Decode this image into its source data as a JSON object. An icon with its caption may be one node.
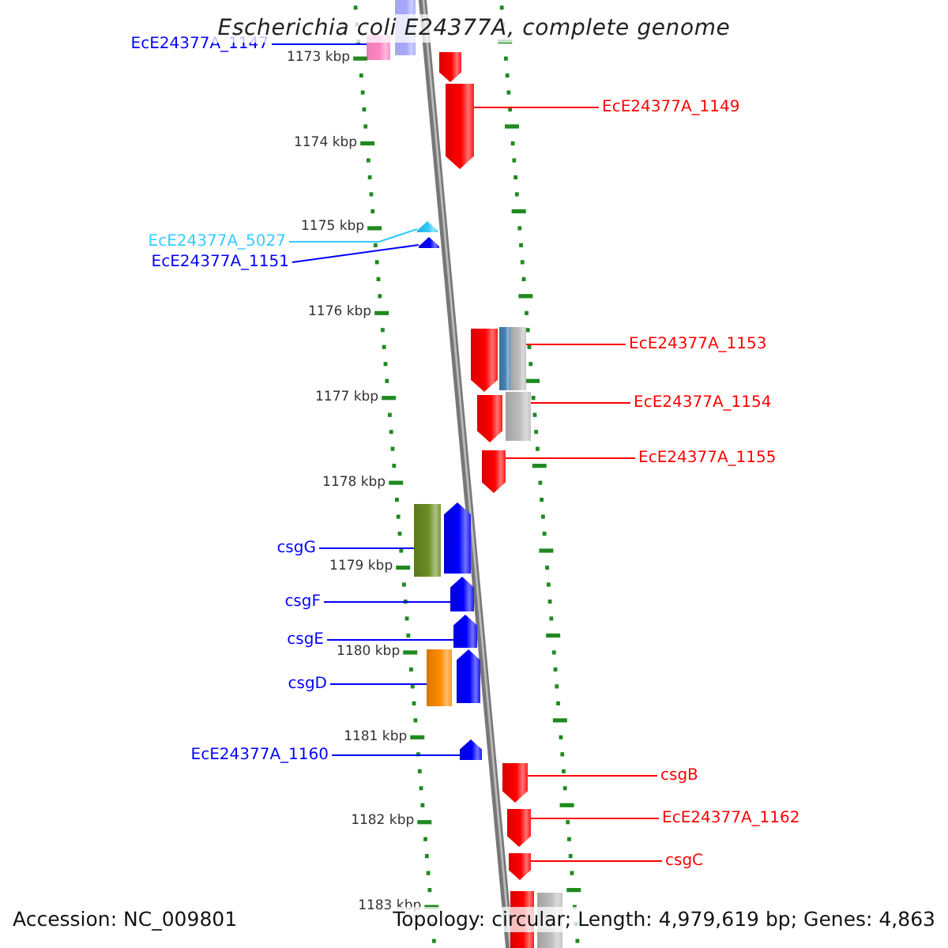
{
  "diagram": {
    "title": "Escherichia coli E24377A, complete genome",
    "nodes": [
      {
        "text": [
          "EcE24377A_1147"
        ]
      },
      {
        "text": [
          "EcE24377A_1149"
        ]
      },
      {
        "text": [
          "EcE24377A_5027"
        ]
      },
      {
        "text": [
          "EcE24377A_1151"
        ]
      },
      {
        "text": [
          "EcE24377A_1153"
        ]
      },
      {
        "text": [
          "EcE24377A_1154"
        ]
      },
      {
        "text": [
          "EcE24377A_1155"
        ]
      },
      {
        "text": [
          "csgG"
        ]
      },
      {
        "text": [
          "csgF"
        ]
      },
      {
        "text": [
          "csgE"
        ]
      },
      {
        "text": [
          "csgD"
        ]
      },
      {
        "text": [
          "EcE24377A_1160"
        ]
      },
      {
        "text": [
          "csgB"
        ]
      },
      {
        "text": [
          "EcE24377A_1162"
        ]
      },
      {
        "text": [
          "csgC"
        ]
      },
      {
        "text": [],
        "shape": "box"
      },
      {
        "text": [],
        "shape": "box"
      },
      {
        "text": [],
        "shape": "pentagon"
      },
      {
        "text": [],
        "shape": "pentagon"
      },
      {
        "text": [],
        "shape": "pentagon"
      },
      {
        "text": [],
        "shape": "pentagon"
      },
      {
        "text": [],
        "shape": "pentagon"
      },
      {
        "text": [],
        "shape": "box"
      },
      {
        "text": [],
        "shape": "box"
      },
      {
        "text": [],
        "shape": "pentagon"
      },
      {
        "text": [],
        "shape": "box"
      },
      {
        "text": [],
        "shape": "pentagon"
      },
      {
        "text": [],
        "shape": "box"
      },
      {
        "text": [],
        "shape": "pentagon"
      },
      {
        "text": [],
        "shape": "pentagon"
      },
      {
        "text": [],
        "shape": "pentagon"
      },
      {
        "text": [],
        "shape": "box"
      },
      {
        "text": [],
        "shape": "pentagon"
      },
      {
        "text": [],
        "shape": "pentagon"
      },
      {
        "text": [],
        "shape": "pentagon"
      },
      {
        "text": [],
        "shape": "pentagon"
      },
      {
        "text": [],
        "shape": "pentagon"
      },
      {
        "text": [],
        "shape": "pentagon"
      },
      {
        "text": [],
        "shape": "box"
      }
    ],
    "edges": [
      {
        "from": 0,
        "to": 16,
        "arrow": "none"
      },
      {
        "from": 1,
        "to": 18,
        "arrow": "none",
        "color": "#ff0000"
      },
      {
        "from": 2,
        "to": 19,
        "arrow": "none",
        "color": "#33ccff"
      },
      {
        "from": 3,
        "to": 20,
        "arrow": "none"
      },
      {
        "from": 4,
        "to": 23,
        "arrow": "none",
        "color": "#ff0000"
      },
      {
        "from": 5,
        "to": 25,
        "arrow": "none",
        "color": "#ff0000"
      },
      {
        "from": 6,
        "to": 26,
        "arrow": "none",
        "color": "#ff0000"
      },
      {
        "from": 7,
        "to": 27,
        "arrow": "none"
      },
      {
        "from": 8,
        "to": 29,
        "arrow": "none"
      },
      {
        "from": 9,
        "to": 30,
        "arrow": "none"
      },
      {
        "from": 10,
        "to": 31,
        "arrow": "none"
      },
      {
        "from": 11,
        "to": 33,
        "arrow": "none"
      },
      {
        "from": 12,
        "to": 34,
        "arrow": "none",
        "color": "#ff0000"
      },
      {
        "from": 13,
        "to": 35,
        "arrow": "none",
        "color": "#ff0000"
      },
      {
        "from": 14,
        "to": 36,
        "arrow": "none",
        "color": "#ff0000"
      }
    ],
    "labels": [
      "1173 kbp",
      "1174 kbp",
      "1175 kbp",
      "1176 kbp",
      "1177 kbp",
      "1178 kbp",
      "1179 kbp",
      "1180 kbp",
      "1181 kbp",
      "1182 kbp",
      "1183 kbp",
      "Accession: NC_009801",
      "Topology: circular; Length: 4,979,619 bp; Genes: 4,863"
    ]
  }
}
